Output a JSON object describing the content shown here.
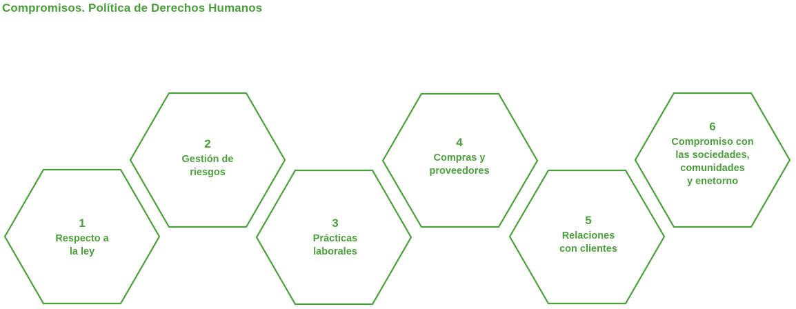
{
  "title": "Compromisos. Política de Derechos Humanos",
  "colors": {
    "accent": "#4c9e3c",
    "background": "#ffffff"
  },
  "hexagons": [
    {
      "number": "1",
      "lines": [
        "Respecto a",
        "la ley"
      ]
    },
    {
      "number": "2",
      "lines": [
        "Gestión de",
        "riesgos"
      ]
    },
    {
      "number": "3",
      "lines": [
        "Prácticas",
        "laborales"
      ]
    },
    {
      "number": "4",
      "lines": [
        "Compras y",
        "proveedores"
      ]
    },
    {
      "number": "5",
      "lines": [
        "Relaciones",
        "con clientes"
      ]
    },
    {
      "number": "6",
      "lines": [
        "Compromiso con",
        "las sociedades,",
        "comunidades",
        "y enetorno"
      ]
    }
  ]
}
